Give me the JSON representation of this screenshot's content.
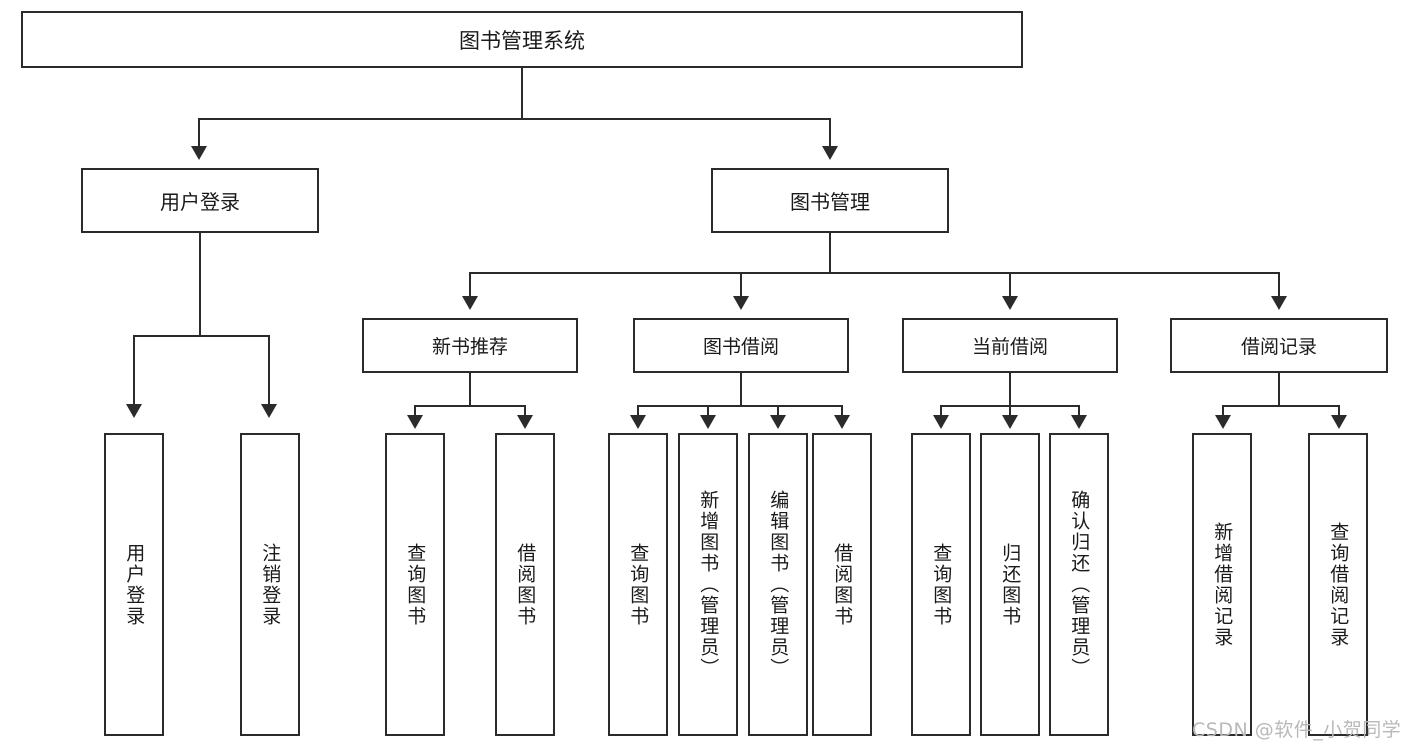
{
  "diagram": {
    "title": "图书管理系统",
    "type": "tree",
    "root": {
      "label": "图书管理系统"
    },
    "level1": [
      {
        "label": "用户登录"
      },
      {
        "label": "图书管理"
      }
    ],
    "level2": [
      {
        "label": "新书推荐",
        "parent": "图书管理"
      },
      {
        "label": "图书借阅",
        "parent": "图书管理"
      },
      {
        "label": "当前借阅",
        "parent": "图书管理"
      },
      {
        "label": "借阅记录",
        "parent": "图书管理"
      }
    ],
    "leaves": [
      {
        "label": "用户登录",
        "parent": "用户登录"
      },
      {
        "label": "注销登录",
        "parent": "用户登录"
      },
      {
        "label": "查询图书",
        "parent": "新书推荐"
      },
      {
        "label": "借阅图书",
        "parent": "新书推荐"
      },
      {
        "label": "查询图书",
        "parent": "图书借阅"
      },
      {
        "label": "新增图书（管理员）",
        "parent": "图书借阅"
      },
      {
        "label": "编辑图书（管理员）",
        "parent": "图书借阅"
      },
      {
        "label": "借阅图书",
        "parent": "图书借阅"
      },
      {
        "label": "查询图书",
        "parent": "当前借阅"
      },
      {
        "label": "归还图书",
        "parent": "当前借阅"
      },
      {
        "label": "确认归还（管理员）",
        "parent": "当前借阅"
      },
      {
        "label": "新增借阅记录",
        "parent": "借阅记录"
      },
      {
        "label": "查询借阅记录",
        "parent": "借阅记录"
      }
    ]
  },
  "watermark": {
    "text": "CSDN @软件_小贺同学"
  },
  "colors": {
    "stroke": "#2b2b2b",
    "background": "#ffffff",
    "text": "#1a1a1a",
    "watermark": "#b9b9b9"
  }
}
